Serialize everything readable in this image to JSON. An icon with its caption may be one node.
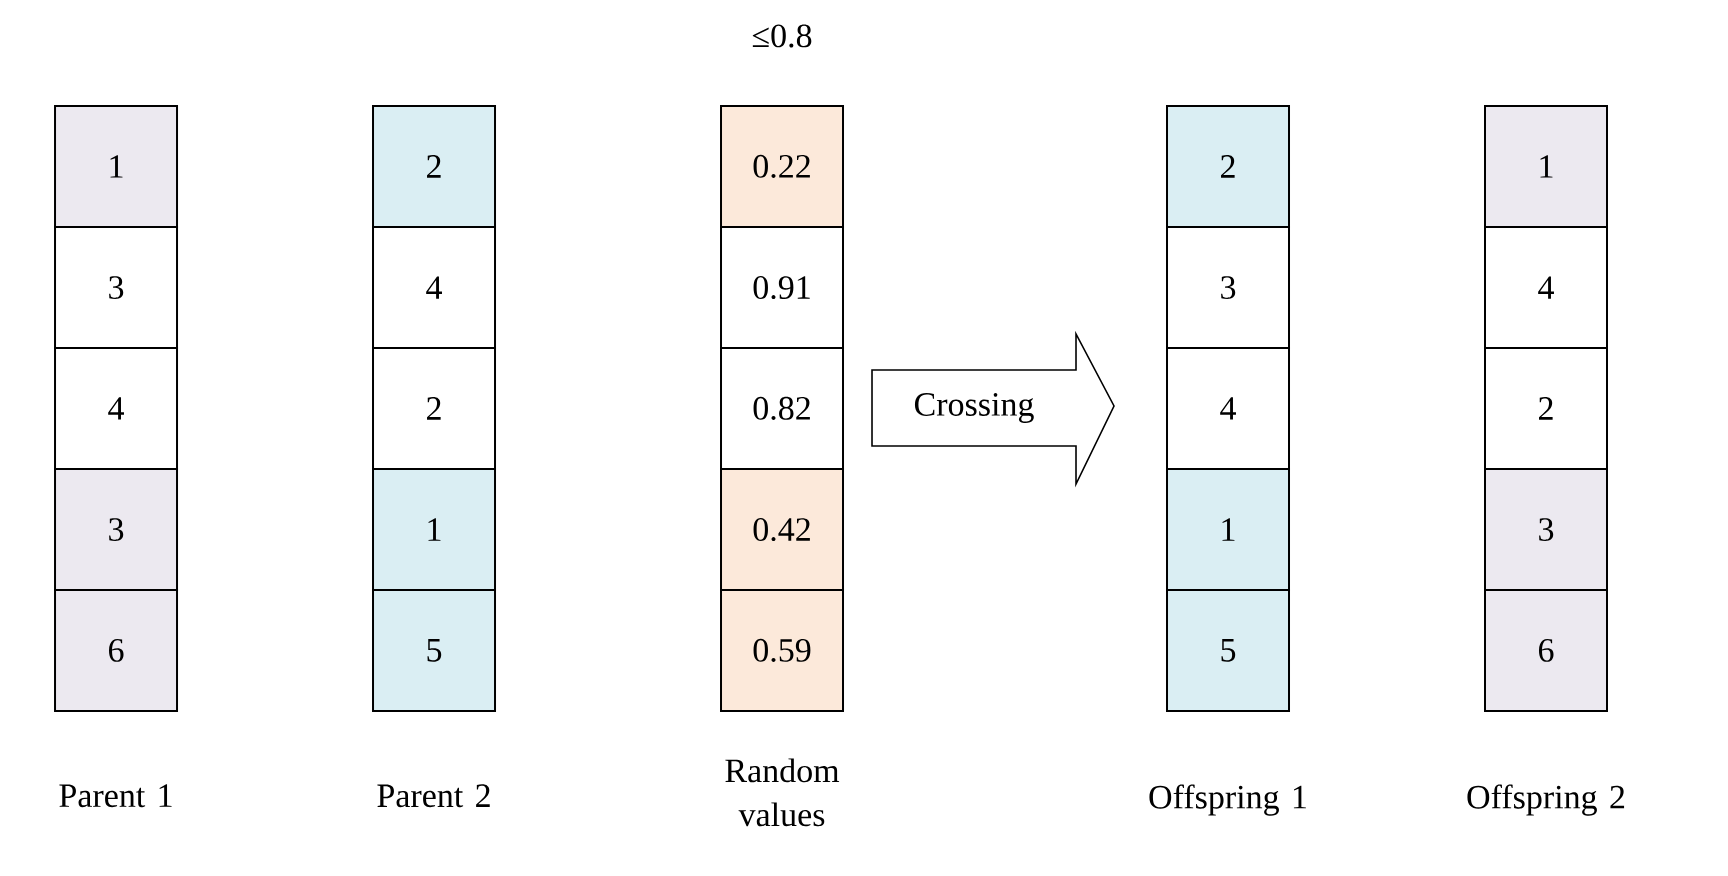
{
  "diagram": {
    "nodes": [
      {
        "text": [
          "1"
        ]
      },
      {
        "text": [
          "3"
        ]
      },
      {
        "text": [
          "4"
        ]
      },
      {
        "text": [
          "3"
        ]
      },
      {
        "text": [
          "6"
        ]
      },
      {
        "text": [
          "2"
        ]
      },
      {
        "text": [
          "4"
        ]
      },
      {
        "text": [
          "2"
        ]
      },
      {
        "text": [
          "1"
        ]
      },
      {
        "text": [
          "5"
        ]
      },
      {
        "text": [
          "0.22"
        ]
      },
      {
        "text": [
          "0.91"
        ]
      },
      {
        "text": [
          "0.82"
        ]
      },
      {
        "text": [
          "0.42"
        ]
      },
      {
        "text": [
          "0.59"
        ]
      },
      {
        "text": [
          "Crossing"
        ]
      },
      {
        "text": [
          "2"
        ]
      },
      {
        "text": [
          "3"
        ]
      },
      {
        "text": [
          "4"
        ]
      },
      {
        "text": [
          "1"
        ]
      },
      {
        "text": [
          "5"
        ]
      },
      {
        "text": [
          "1"
        ]
      },
      {
        "text": [
          "4"
        ]
      },
      {
        "text": [
          "2"
        ]
      },
      {
        "text": [
          "3"
        ]
      },
      {
        "text": [
          "6"
        ]
      }
    ],
    "labels": [
      "≤0.8",
      "Parent 1",
      "Parent 2",
      "Random values",
      "Offspring 1",
      "Offspring 2"
    ]
  }
}
